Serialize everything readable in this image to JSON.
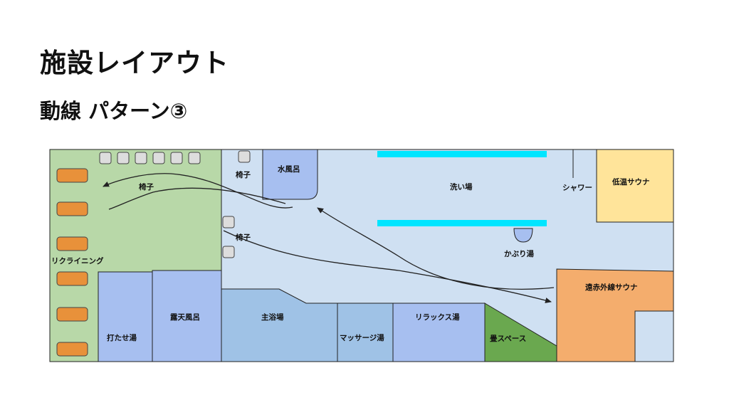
{
  "header": {
    "title": "施設レイアウト",
    "subtitle": "動線 パターン③"
  },
  "areas": {
    "bath_chairs_top": "椅子",
    "mizuburo": "水風呂",
    "arai_ba": "洗い場",
    "shower": "シャワー",
    "teion_sauna": "低温サウナ",
    "bath_chairs_bottom": "椅子",
    "kaburi_yu": "かぶり湯",
    "enseki_sauna": "遠赤外線サウナ",
    "lounge_chairs": "椅子",
    "reclining": "リクライニング",
    "utase_yu": "打たせ湯",
    "rotenburo": "露天風呂",
    "shuyoku_jo": "主浴場",
    "massage_yu": "マッサージ湯",
    "relax_yu": "リラックス湯",
    "tatami_space": "畳スペース"
  },
  "colors": {
    "outdoor": "#b8d8a8",
    "indoor": "#cfe0f2",
    "bath_light": "#a7bff0",
    "bath_mid": "#9fc2e6",
    "low_sauna": "#ffe49a",
    "far_ir_sauna": "#f4ad6d",
    "tatami": "#6aa84f",
    "shower_bar": "#00e5ff",
    "recliner": "#e8913a",
    "chair": "#dddddd"
  }
}
